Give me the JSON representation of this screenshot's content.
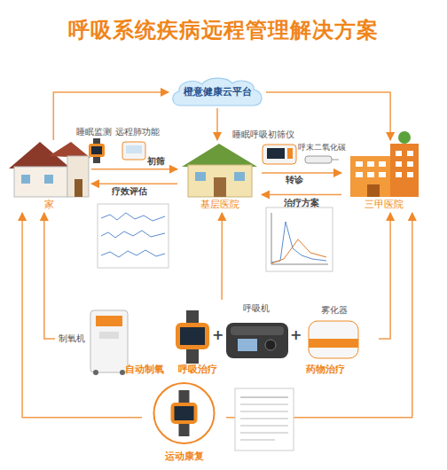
{
  "diagram": {
    "title": "呼吸系统疾病远程管理解决方案",
    "nodes": [
      {
        "text": [
          "橙意健康云平台"
        ]
      },
      {
        "text": [
          "家"
        ]
      },
      {
        "text": [
          "基层医院"
        ]
      },
      {
        "text": [
          "三甲医院"
        ]
      },
      {
        "text": [
          "制氧机",
          "自动制氧"
        ]
      },
      {
        "text": [
          "呼吸机",
          "呼吸治疗"
        ]
      },
      {
        "text": [
          "雾化器",
          "药物治疗"
        ]
      },
      {
        "text": [
          "运动康复"
        ]
      }
    ],
    "edges": [
      {
        "from": 1,
        "to": 0,
        "arrow": "to"
      },
      {
        "from": 0,
        "to": 2,
        "arrow": "to"
      },
      {
        "from": 0,
        "to": 3,
        "arrow": "to"
      },
      {
        "from": 1,
        "to": 2,
        "label": "初筛",
        "arrow": "to"
      },
      {
        "from": 2,
        "to": 1,
        "label": "疗效评估",
        "arrow": "to"
      },
      {
        "from": 2,
        "to": 3,
        "label": "转诊",
        "arrow": "to"
      },
      {
        "from": 3,
        "to": 2,
        "label": "治疗方案",
        "arrow": "to"
      },
      {
        "from": 4,
        "to": 1,
        "arrow": "to"
      },
      {
        "from": 5,
        "to": 2,
        "arrow": "to"
      },
      {
        "from": 6,
        "to": 3,
        "arrow": "to"
      },
      {
        "from": 7,
        "to": 1,
        "arrow": "to"
      },
      {
        "from": 7,
        "to": 3,
        "arrow": "to"
      }
    ],
    "labels": [
      "睡眠监测",
      "远程肺功能",
      "睡眠呼吸初筛仪",
      "呼末二氧化碳",
      "+",
      "+"
    ]
  }
}
